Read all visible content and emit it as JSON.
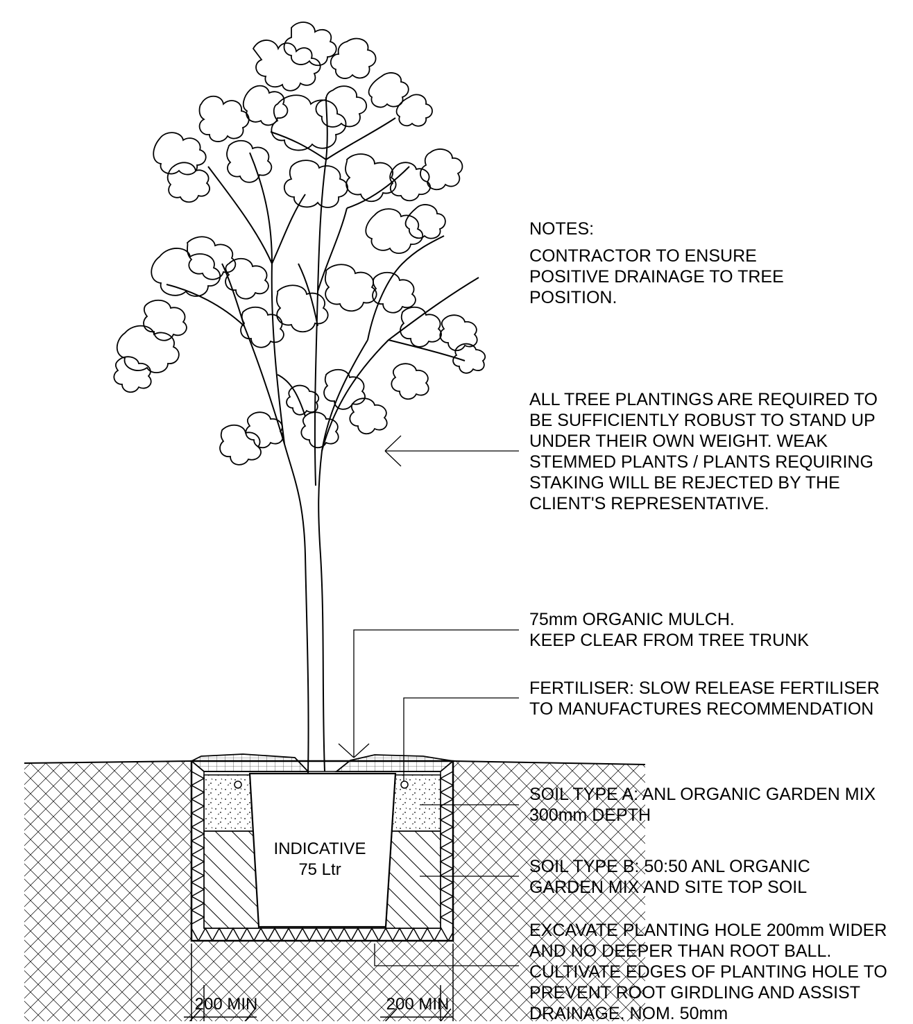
{
  "notes": {
    "heading": "NOTES:",
    "drainage": "CONTRACTOR TO ENSURE\nPOSITIVE DRAINAGE TO TREE\nPOSITION.",
    "robust": "ALL TREE PLANTINGS ARE REQUIRED TO\nBE SUFFICIENTLY ROBUST TO STAND UP\nUNDER THEIR OWN WEIGHT. WEAK\nSTEMMED PLANTS / PLANTS REQUIRING\nSTAKING WILL BE REJECTED BY THE\nCLIENT'S REPRESENTATIVE.",
    "mulch": "75mm ORGANIC MULCH.\nKEEP CLEAR FROM TREE TRUNK",
    "fertiliser": "FERTILISER: SLOW RELEASE FERTILISER\nTO MANUFACTURES RECOMMENDATION",
    "soil_a": "SOIL TYPE A: ANL ORGANIC GARDEN MIX\n300mm DEPTH",
    "soil_b": "SOIL TYPE B: 50:50 ANL ORGANIC\nGARDEN MIX AND SITE TOP SOIL",
    "excavate": "EXCAVATE PLANTING HOLE 200mm WIDER\nAND NO DEEPER THAN ROOT BALL.\nCULTIVATE EDGES OF PLANTING HOLE TO\nPREVENT ROOT GIRDLING AND ASSIST\nDRAINAGE. NOM. 50mm"
  },
  "rootball": {
    "line1": "INDICATIVE",
    "line2": "75 Ltr"
  },
  "dimensions": {
    "left": "200 MIN",
    "right": "200 MIN"
  }
}
